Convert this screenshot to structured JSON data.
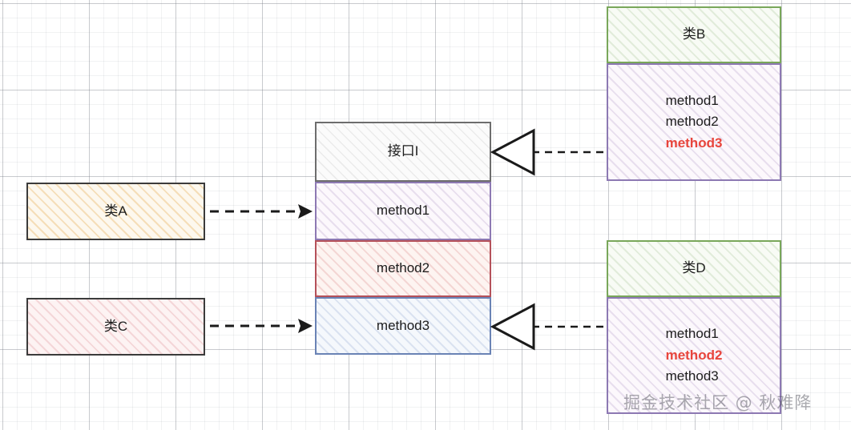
{
  "diagram": {
    "title": "interface-segregation-uml",
    "watermark": "掘金技术社区 @ 秋难降",
    "colors": {
      "border_dark": "#3b3b3b",
      "border_grey": "#6d6d6d",
      "border_purple": "#8d79b3",
      "border_red": "#b5515a",
      "border_blue": "#6a83b5",
      "border_green": "#79a75a",
      "highlight_red": "#e8453c",
      "text": "#1d1d1d"
    }
  },
  "left_classes": [
    {
      "name": "class-a",
      "label": "类A"
    },
    {
      "name": "class-c",
      "label": "类C"
    }
  ],
  "interface": {
    "header": "接口I",
    "methods": [
      {
        "key": "method1",
        "label": "method1"
      },
      {
        "key": "method2",
        "label": "method2"
      },
      {
        "key": "method3",
        "label": "method3"
      }
    ]
  },
  "right_classes": [
    {
      "name": "class-b",
      "header": "类B",
      "methods": [
        {
          "label": "method1",
          "highlight": false
        },
        {
          "label": "method2",
          "highlight": false
        },
        {
          "label": "method3",
          "highlight": true
        }
      ]
    },
    {
      "name": "class-d",
      "header": "类D",
      "methods": [
        {
          "label": "method1",
          "highlight": false
        },
        {
          "label": "method2",
          "highlight": true
        },
        {
          "label": "method3",
          "highlight": false
        }
      ]
    }
  ],
  "connectors": [
    {
      "name": "dependency-a-to-method1",
      "style": "dashed",
      "head": "filled-arrow",
      "from": "类A",
      "to": "method1"
    },
    {
      "name": "dependency-c-to-method3",
      "style": "dashed",
      "head": "filled-arrow",
      "from": "类C",
      "to": "method3"
    },
    {
      "name": "realization-b-to-interface",
      "style": "dashed",
      "head": "hollow-triangle",
      "from": "类B",
      "to": "接口I"
    },
    {
      "name": "realization-d-to-method3",
      "style": "dashed",
      "head": "hollow-triangle",
      "from": "类D",
      "to": "method3"
    }
  ]
}
